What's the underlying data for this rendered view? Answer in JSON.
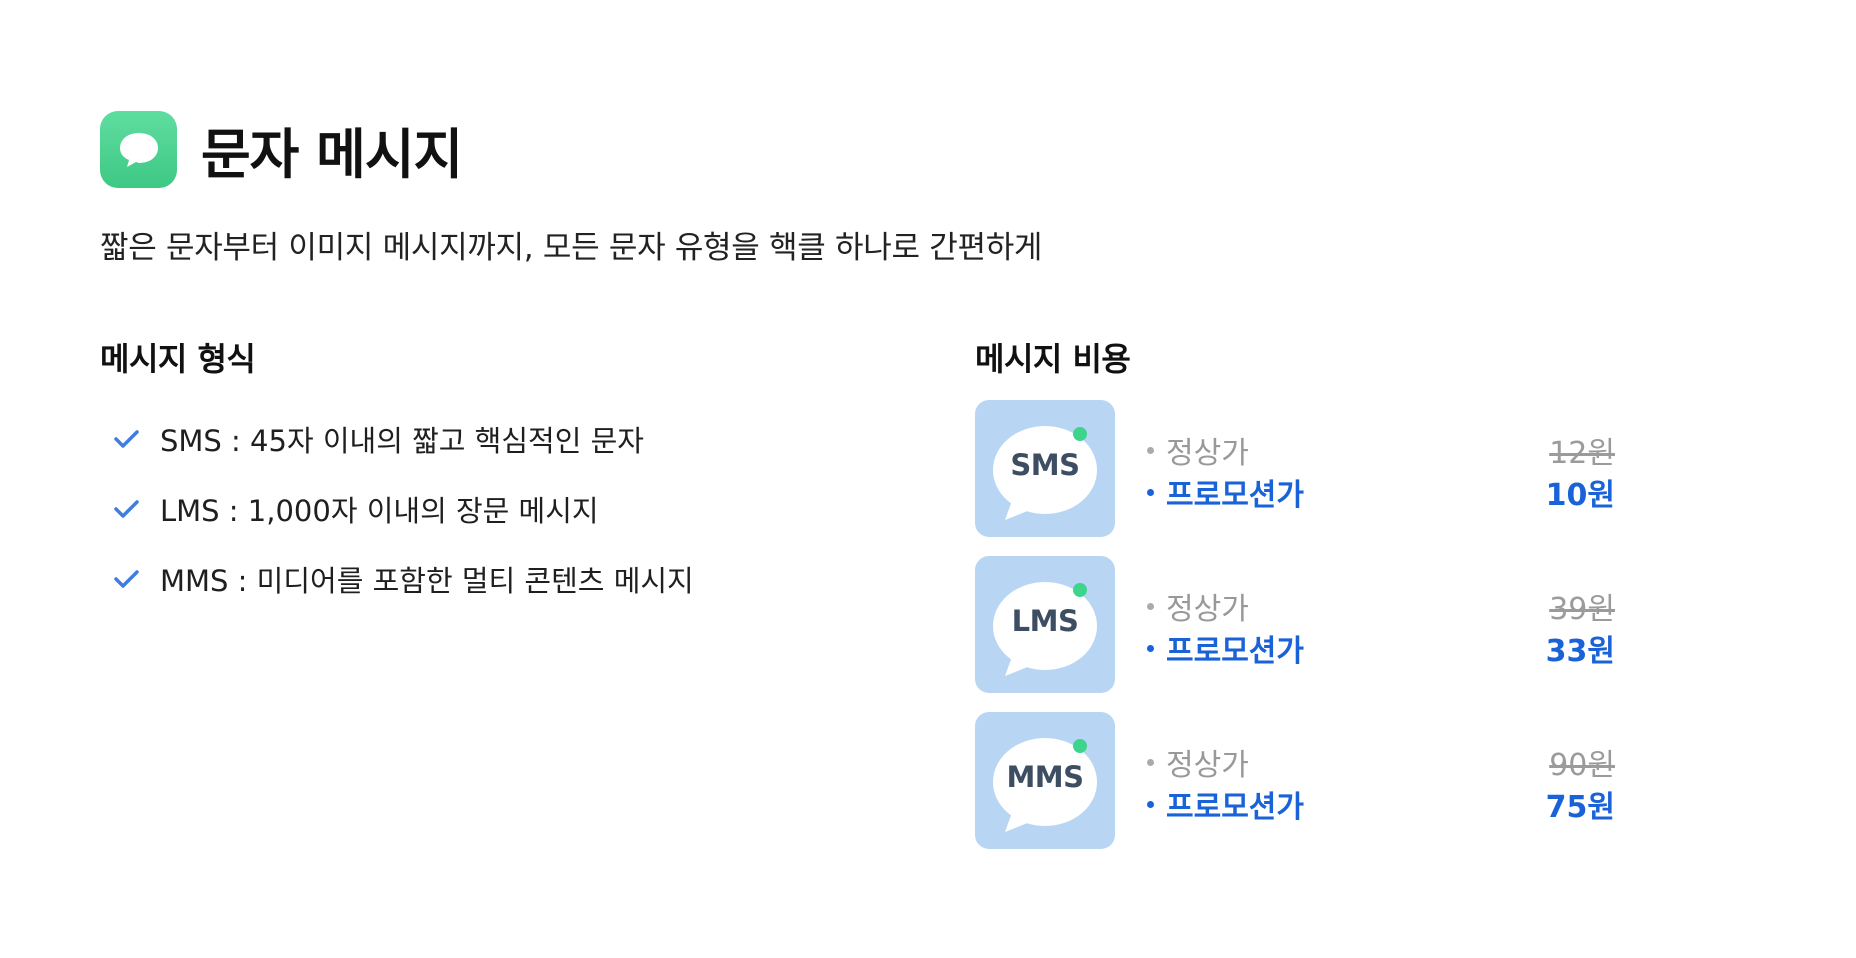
{
  "header": {
    "title": "문자 메시지",
    "subtitle": "짧은 문자부터 이미지 메시지까지, 모든 문자 유형을 핵클 하나로 간편하게",
    "icon": "speech-bubble-icon",
    "icon_color": "#4cd28f"
  },
  "types": {
    "title": "메시지 형식",
    "items": [
      {
        "label": "SMS : 45자 이내의 짧고 핵심적인 문자"
      },
      {
        "label": "LMS : 1,000자 이내의 장문 메시지"
      },
      {
        "label": "MMS : 미디어를 포함한 멀티 콘텐츠 메시지"
      }
    ],
    "check_color": "#3f7de0"
  },
  "costs": {
    "title": "메시지 비용",
    "rows": [
      {
        "name": "SMS",
        "regular_label": "정상가",
        "regular_price": "12원",
        "promo_label": "프로모션가",
        "promo_price": "10원"
      },
      {
        "name": "LMS",
        "regular_label": "정상가",
        "regular_price": "39원",
        "promo_label": "프로모션가",
        "promo_price": "33원"
      },
      {
        "name": "MMS",
        "regular_label": "정상가",
        "regular_price": "90원",
        "promo_label": "프로모션가",
        "promo_price": "75원"
      }
    ],
    "accent": "#1a62d8",
    "dot_color": "#3fd48d"
  }
}
